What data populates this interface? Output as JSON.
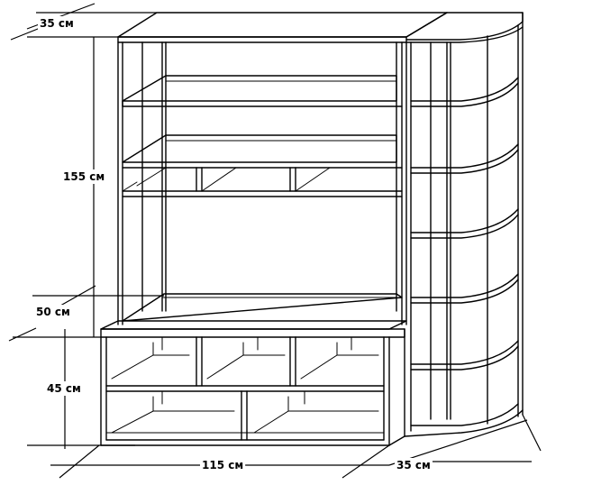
{
  "dimensions": {
    "depth_top": "35 см",
    "height_total": "155 см",
    "height_tv_niche": "50 см",
    "height_base": "45 см",
    "width_main": "115 см",
    "depth_corner": "35 см"
  }
}
